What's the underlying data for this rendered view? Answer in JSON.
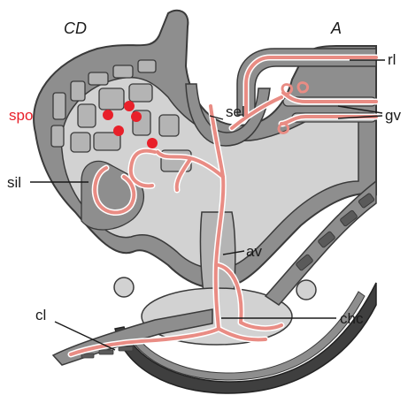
{
  "colors": {
    "tissue_dark": "#8e8e8e",
    "tissue_mid": "#b4b4b4",
    "tissue_light": "#d2d2d2",
    "outline": "#3a3a3a",
    "canal": "#e98c84",
    "canal_edge": "#ffffff",
    "label": "#1a1a1a",
    "accent_red": "#e8202a"
  },
  "headers": {
    "left": "CD",
    "right": "A"
  },
  "labels": {
    "spo": "spo",
    "sel": "sel",
    "sil": "sil",
    "rl": "rl",
    "gv": "gv",
    "av": "av",
    "cl": "cl",
    "chc": "chc"
  }
}
